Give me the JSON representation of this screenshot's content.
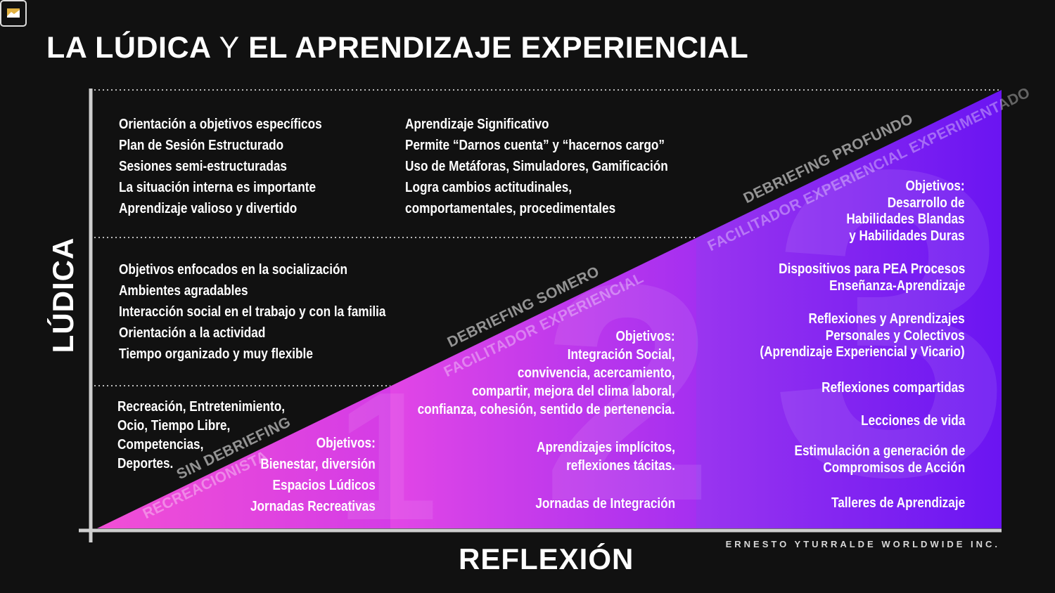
{
  "title": {
    "part1": "LA LÚDICA",
    "part2": "Y",
    "part3": "EL APRENDIZAJE EXPERIENCIAL"
  },
  "axes": {
    "y_label": "LÚDICA",
    "x_label": "REFLEXIÓN"
  },
  "credit": "ERNESTO YTURRALDE WORLDWIDE INC.",
  "colors": {
    "background": "#111111",
    "pink": "#e83ddb",
    "magenta": "#b02fe8",
    "violet": "#6a18f0"
  },
  "upper": {
    "top_left": [
      "Orientación a objetivos específicos",
      "Plan de Sesión Estructurado",
      "Sesiones semi-estructuradas",
      "La situación interna es importante",
      "Aprendizaje valioso y divertido"
    ],
    "top_center": [
      "Aprendizaje Significativo",
      "Permite “Darnos cuenta” y “hacernos cargo”",
      "Uso de Metáforas, Simuladores, Gamificación",
      "Logra cambios actitudinales,",
      "comportamentales, procedimentales"
    ],
    "middle_left": [
      "Objetivos enfocados en la socialización",
      "Ambientes agradables",
      "Interacción social en el trabajo y con la familia",
      "Orientación a la actividad",
      "Tiempo organizado y muy flexible"
    ],
    "bottom_left": [
      "Recreación, Entretenimiento,",
      "Ocio, Tiempo Libre,",
      "Competencias,",
      "Deportes."
    ]
  },
  "levels": [
    {
      "number": "1",
      "debriefing": "SIN DEBRIEFING",
      "facilitator": "RECREACIONISTA",
      "objectives": [
        "Objetivos:",
        "Bienestar, diversión"
      ],
      "items": [
        "Espacios Lúdicos",
        "Jornadas Recreativas"
      ]
    },
    {
      "number": "2",
      "debriefing": "DEBRIEFING SOMERO",
      "facilitator": "FACILITADOR EXPERIENCIAL",
      "objectives": [
        "Objetivos:",
        "Integración Social,",
        "convivencia, acercamiento,",
        "compartir, mejora del clima laboral,",
        "confianza, cohesión, sentido de pertenencia."
      ],
      "items": [
        "Aprendizajes implícitos,",
        "reflexiones tácitas."
      ],
      "footer": "Jornadas de Integración"
    },
    {
      "number": "3",
      "debriefing": "DEBRIEFING PROFUNDO",
      "facilitator": "FACILITADOR EXPERIENCIAL EXPERIMENTADO",
      "objectives": [
        "Objetivos:",
        "Desarrollo de",
        "Habilidades Blandas",
        "y Habilidades Duras"
      ],
      "items": [
        [
          "Dispositivos para PEA Procesos",
          "Enseñanza-Aprendizaje"
        ],
        [
          "Reflexiones y Aprendizajes",
          "Personales y Colectivos",
          "(Aprendizaje Experiencial y Vicario)"
        ],
        [
          "Reflexiones compartidas"
        ],
        [
          "Lecciones de vida"
        ],
        [
          "Estimulación a generación de",
          "Compromisos de Acción"
        ],
        [
          "Talleres de Aprendizaje"
        ]
      ]
    }
  ]
}
